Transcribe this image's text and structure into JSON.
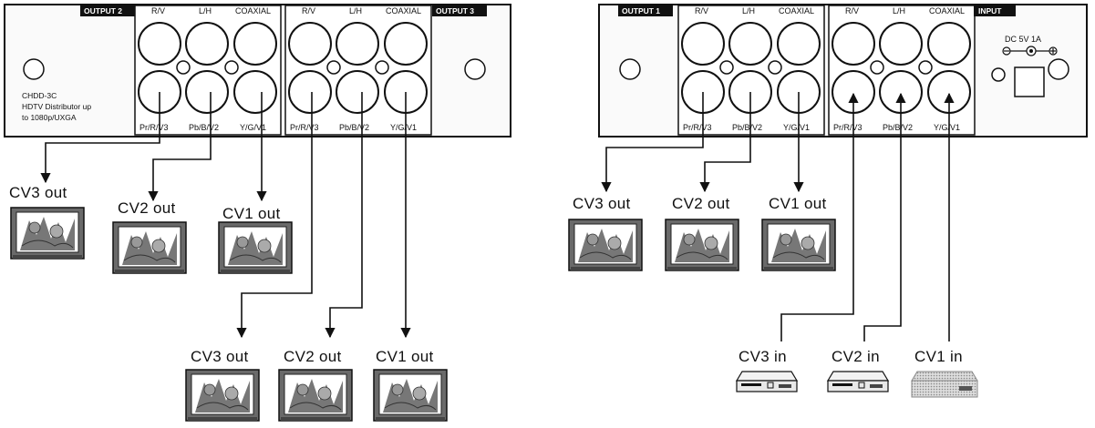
{
  "left_panel": {
    "output_2_label": "OUTPUT 2",
    "output_3_label": "OUTPUT 3",
    "group_a": {
      "top_labels": [
        "R/V",
        "L/H",
        "COAXIAL"
      ],
      "bottom_labels": [
        "Pr/R/V3",
        "Pb/B/V2",
        "Y/G/V1"
      ]
    },
    "group_b": {
      "top_labels": [
        "R/V",
        "L/H",
        "COAXIAL"
      ],
      "bottom_labels": [
        "Pr/R/V3",
        "Pb/B/V2",
        "Y/G/V1"
      ]
    },
    "device_text": [
      "CHDD-3C",
      "HDTV Distributor up",
      "to 1080p/UXGA"
    ]
  },
  "right_panel": {
    "output_1_label": "OUTPUT 1",
    "input_label": "INPUT",
    "group_a": {
      "top_labels": [
        "R/V",
        "L/H",
        "COAXIAL"
      ],
      "bottom_labels": [
        "Pr/R/V3",
        "Pb/B/V2",
        "Y/G/V1"
      ]
    },
    "group_b": {
      "top_labels": [
        "R/V",
        "L/H",
        "COAXIAL"
      ],
      "bottom_labels": [
        "Pr/R/V3",
        "Pb/B/V2",
        "Y/G/V1"
      ]
    },
    "power_label": "DC 5V 1A"
  },
  "left_row1_labels": [
    "CV3 out",
    "CV2 out",
    "CV1 out"
  ],
  "left_row2_labels": [
    "CV3 out",
    "CV2 out",
    "CV1 out"
  ],
  "right_out_labels": [
    "CV3 out",
    "CV2 out",
    "CV1 out"
  ],
  "right_in_labels": [
    "CV3 in",
    "CV2 in",
    "CV1 in"
  ]
}
